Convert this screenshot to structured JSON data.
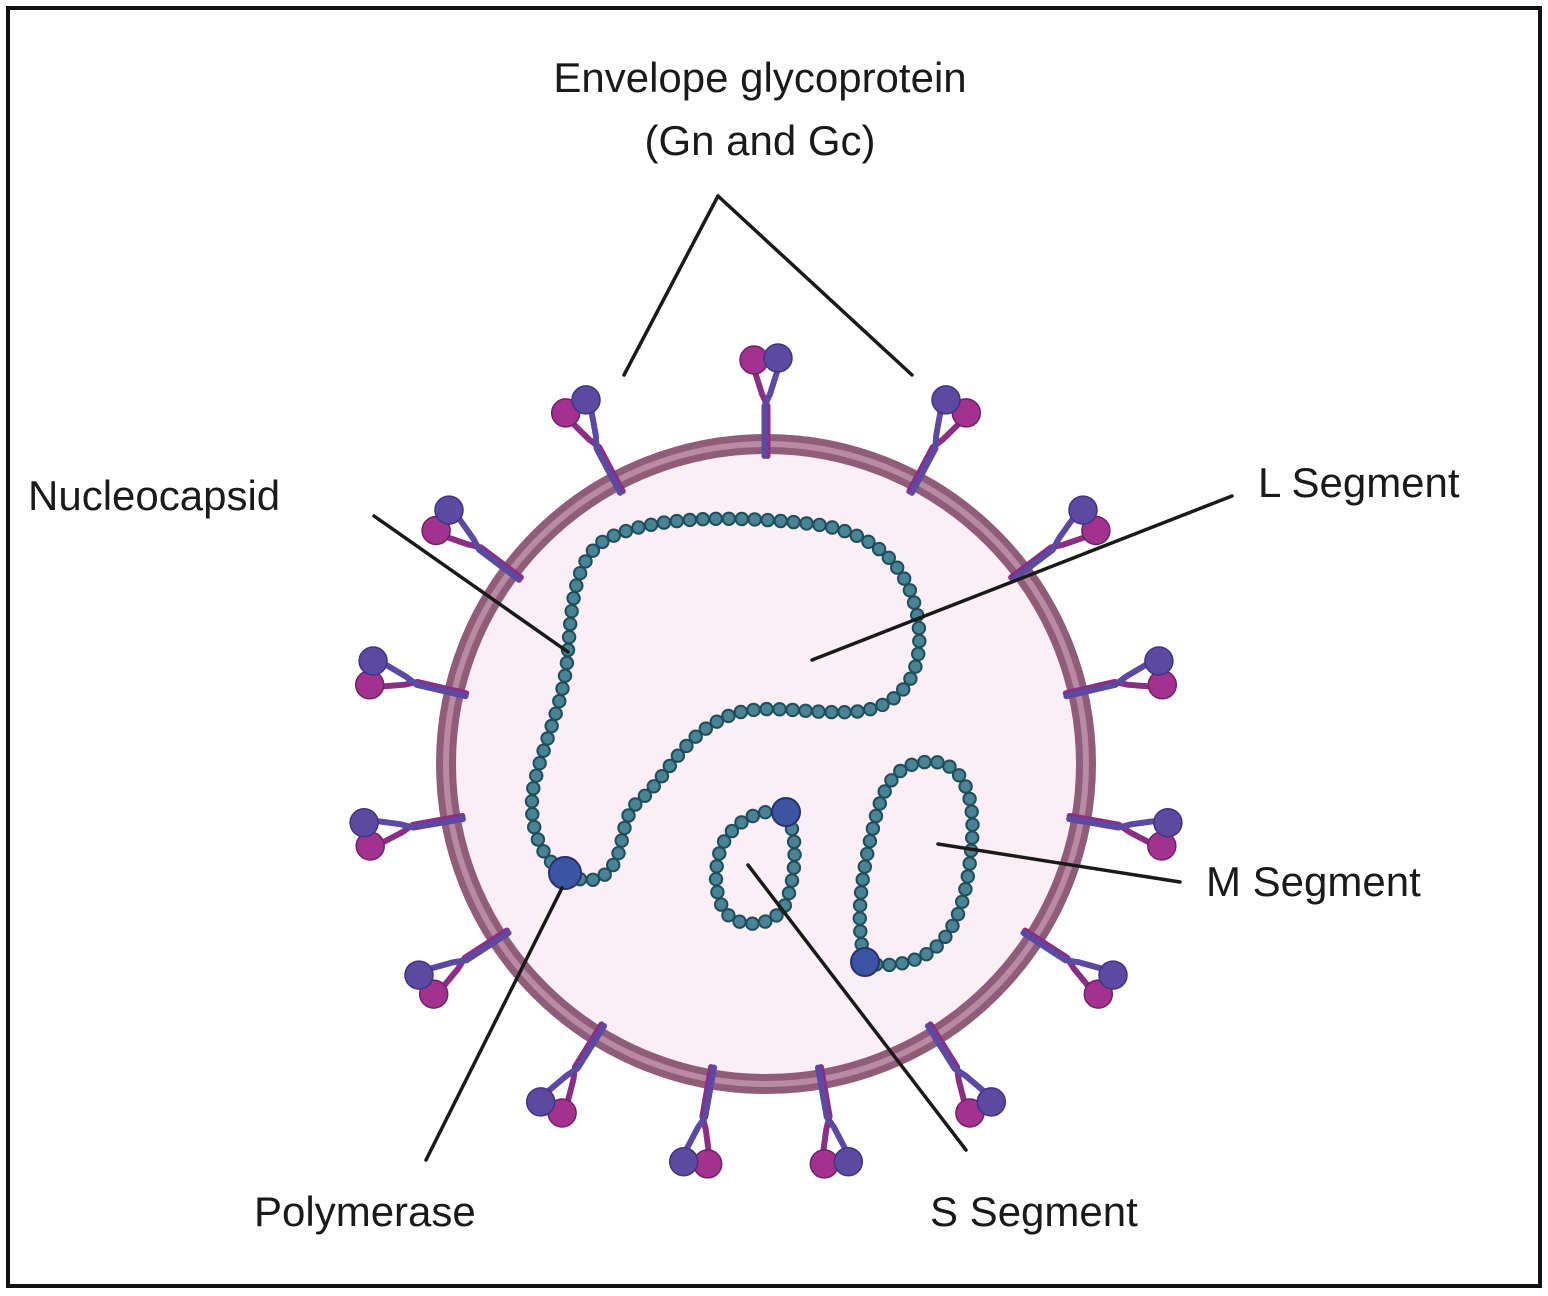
{
  "labels": {
    "envelope_line1": "Envelope glycoprotein",
    "envelope_line2": "(Gn and Gc)",
    "nucleocapsid": "Nucleocapsid",
    "l_segment": "L Segment",
    "m_segment": "M Segment",
    "s_segment": "S Segment",
    "polymerase": "Polymerase"
  },
  "colors": {
    "envelope_outer": "#8f5c7a",
    "envelope_inner": "#b88aa3",
    "interior": "#fbeef4",
    "nucleocapsid_strand": "#2d6476",
    "nucleocapsid_bead": "#4a8494",
    "polymerase": "#3c55a3",
    "glycoprotein_gc": "#a3318f",
    "glycoprotein_gn": "#5c4aa2"
  },
  "icons": {
    "glycoprotein": "y-shaped-spike-icon",
    "polymerase": "sphere-icon"
  }
}
